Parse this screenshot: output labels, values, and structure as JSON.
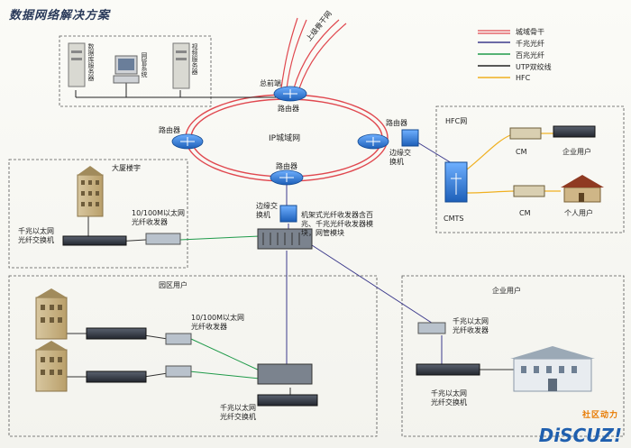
{
  "title": "数据网络解决方案",
  "legend": [
    {
      "label": "城域骨干",
      "color": "#e0484f",
      "style": "double"
    },
    {
      "label": "千兆光纤",
      "color": "#3c3a8c",
      "style": "single"
    },
    {
      "label": "百兆光纤",
      "color": "#1f9a4a",
      "style": "single"
    },
    {
      "label": "UTP双绞线",
      "color": "#222222",
      "style": "single"
    },
    {
      "label": "HFC",
      "color": "#f0b020",
      "style": "single"
    }
  ],
  "core": {
    "ring_label": "IP城域网",
    "uplink_label": "上级骨干网",
    "head_router_label": "总前端",
    "routers": [
      "路由器",
      "路由器",
      "路由器",
      "路由器"
    ],
    "edge_switch_left": "边缘交换机",
    "edge_switch_right": "边缘交换机"
  },
  "servers": {
    "items": [
      "数据库服务器",
      "网管系统",
      "视频服务器"
    ]
  },
  "building_box": {
    "title": "大厦楼宇",
    "switch_label": "千兆以太网光纤交换机",
    "converter_label": "10/100M以太网光纤收发器"
  },
  "chassis_label": "机架式光纤收发器含百兆、千兆光纤收发器模块，网管模块",
  "hfc": {
    "title": "HFC网",
    "cmts_label": "CMTS",
    "cm_labels": [
      "CM",
      "CM"
    ],
    "user_labels": [
      "企业用户",
      "个人用户"
    ]
  },
  "campus": {
    "title": "园区用户",
    "converter_label": "10/100M以太网光纤收发器",
    "switch_label": "千兆以太网光纤交换机"
  },
  "enterprise": {
    "title": "企业用户",
    "converter_label": "千兆以太网光纤收发器",
    "switch_label": "千兆以太网光纤交换机"
  },
  "watermark": {
    "top": "社区动力",
    "main": "DiSCUZ!"
  }
}
